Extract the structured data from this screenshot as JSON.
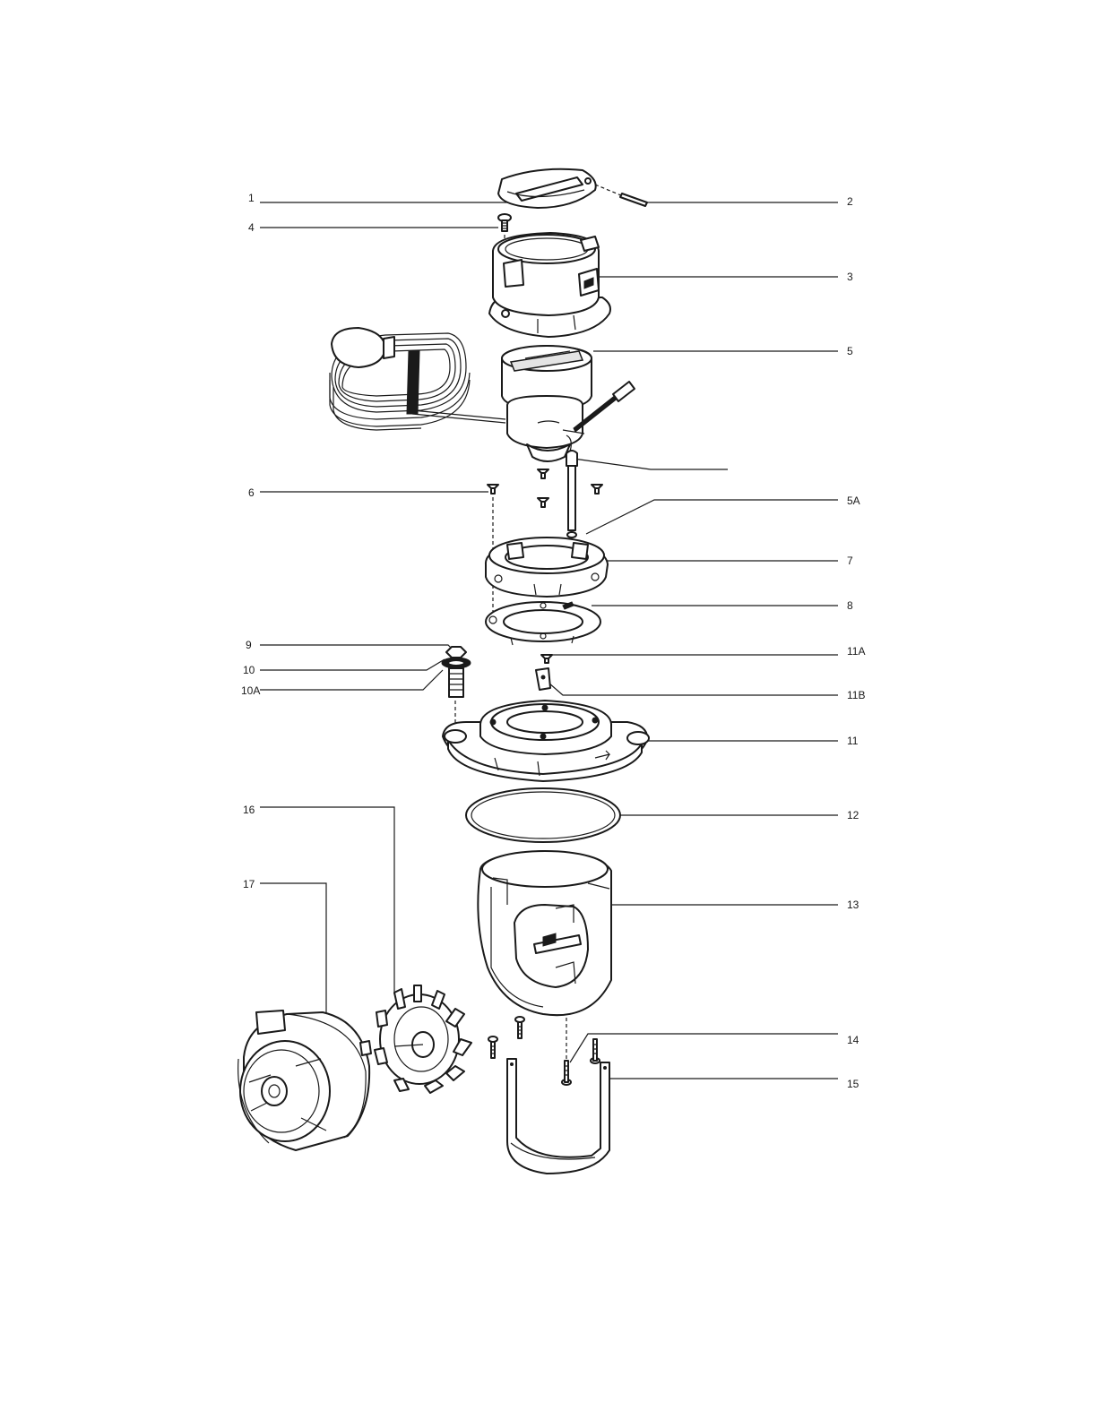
{
  "callouts": {
    "c1": "1",
    "c2": "2",
    "c3": "3",
    "c4": "4",
    "c5": "5",
    "c5a": "5A",
    "c6": "6",
    "c7": "7",
    "c8": "8",
    "c9": "9",
    "c10": "10",
    "c10a": "10A",
    "c11": "11",
    "c11a": "11A",
    "c11b": "11B",
    "c12": "12",
    "c13": "13",
    "c14": "14",
    "c15": "15",
    "c16": "16",
    "c17": "17"
  },
  "colors": {
    "line": "#1a1a1a",
    "background": "#ffffff"
  }
}
